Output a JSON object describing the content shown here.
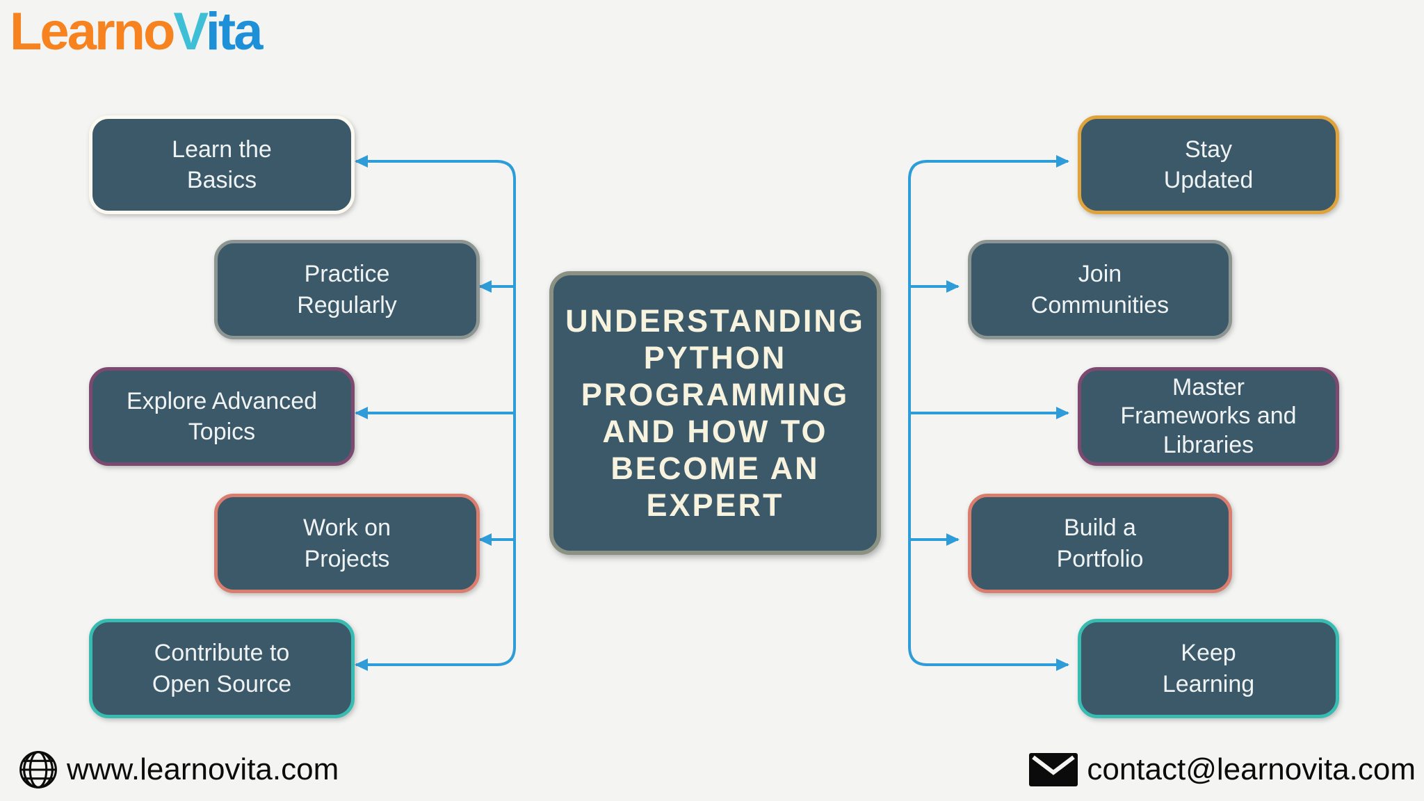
{
  "logo": {
    "part1": "Learno",
    "part2": "V",
    "part3": "ita"
  },
  "center": {
    "title_lines": [
      "UNDERSTANDING",
      "PYTHON",
      "PROGRAMMING",
      "AND HOW TO",
      "BECOME AN",
      "EXPERT"
    ]
  },
  "left_branches": [
    {
      "label_lines": [
        "Learn the",
        "Basics"
      ],
      "border_color": "#FCFAF0"
    },
    {
      "label_lines": [
        "Practice",
        "Regularly"
      ],
      "border_color": "#8C9591"
    },
    {
      "label_lines": [
        "Explore Advanced",
        "Topics"
      ],
      "border_color": "#7C4A71"
    },
    {
      "label_lines": [
        "Work on",
        "Projects"
      ],
      "border_color": "#D97D6E"
    },
    {
      "label_lines": [
        "Contribute to",
        "Open Source"
      ],
      "border_color": "#38BCB1"
    }
  ],
  "right_branches": [
    {
      "label_lines": [
        "Stay",
        "Updated"
      ],
      "border_color": "#E0A33C"
    },
    {
      "label_lines": [
        "Join",
        "Communities"
      ],
      "border_color": "#8C9591"
    },
    {
      "label_lines": [
        "Master",
        "Frameworks and",
        "Libraries"
      ],
      "border_color": "#7C4A71"
    },
    {
      "label_lines": [
        "Build a",
        "Portfolio"
      ],
      "border_color": "#D97D6E"
    },
    {
      "label_lines": [
        "Keep",
        "Learning"
      ],
      "border_color": "#38BCB1"
    }
  ],
  "footer": {
    "website": "www.learnovita.com",
    "website_icon": "globe-icon",
    "email": "contact@learnovita.com",
    "email_icon": "envelope-icon"
  },
  "colors": {
    "background": "#F4F4F3",
    "box_fill": "#3B5969",
    "center_border": "#8B9284",
    "connector": "#2E9CD9",
    "title_text": "#F8F3DE",
    "box_text": "#F0F3F3",
    "logo_orange": "#F6831F",
    "logo_teal": "#3EBFD6",
    "logo_blue": "#1E90D7"
  }
}
